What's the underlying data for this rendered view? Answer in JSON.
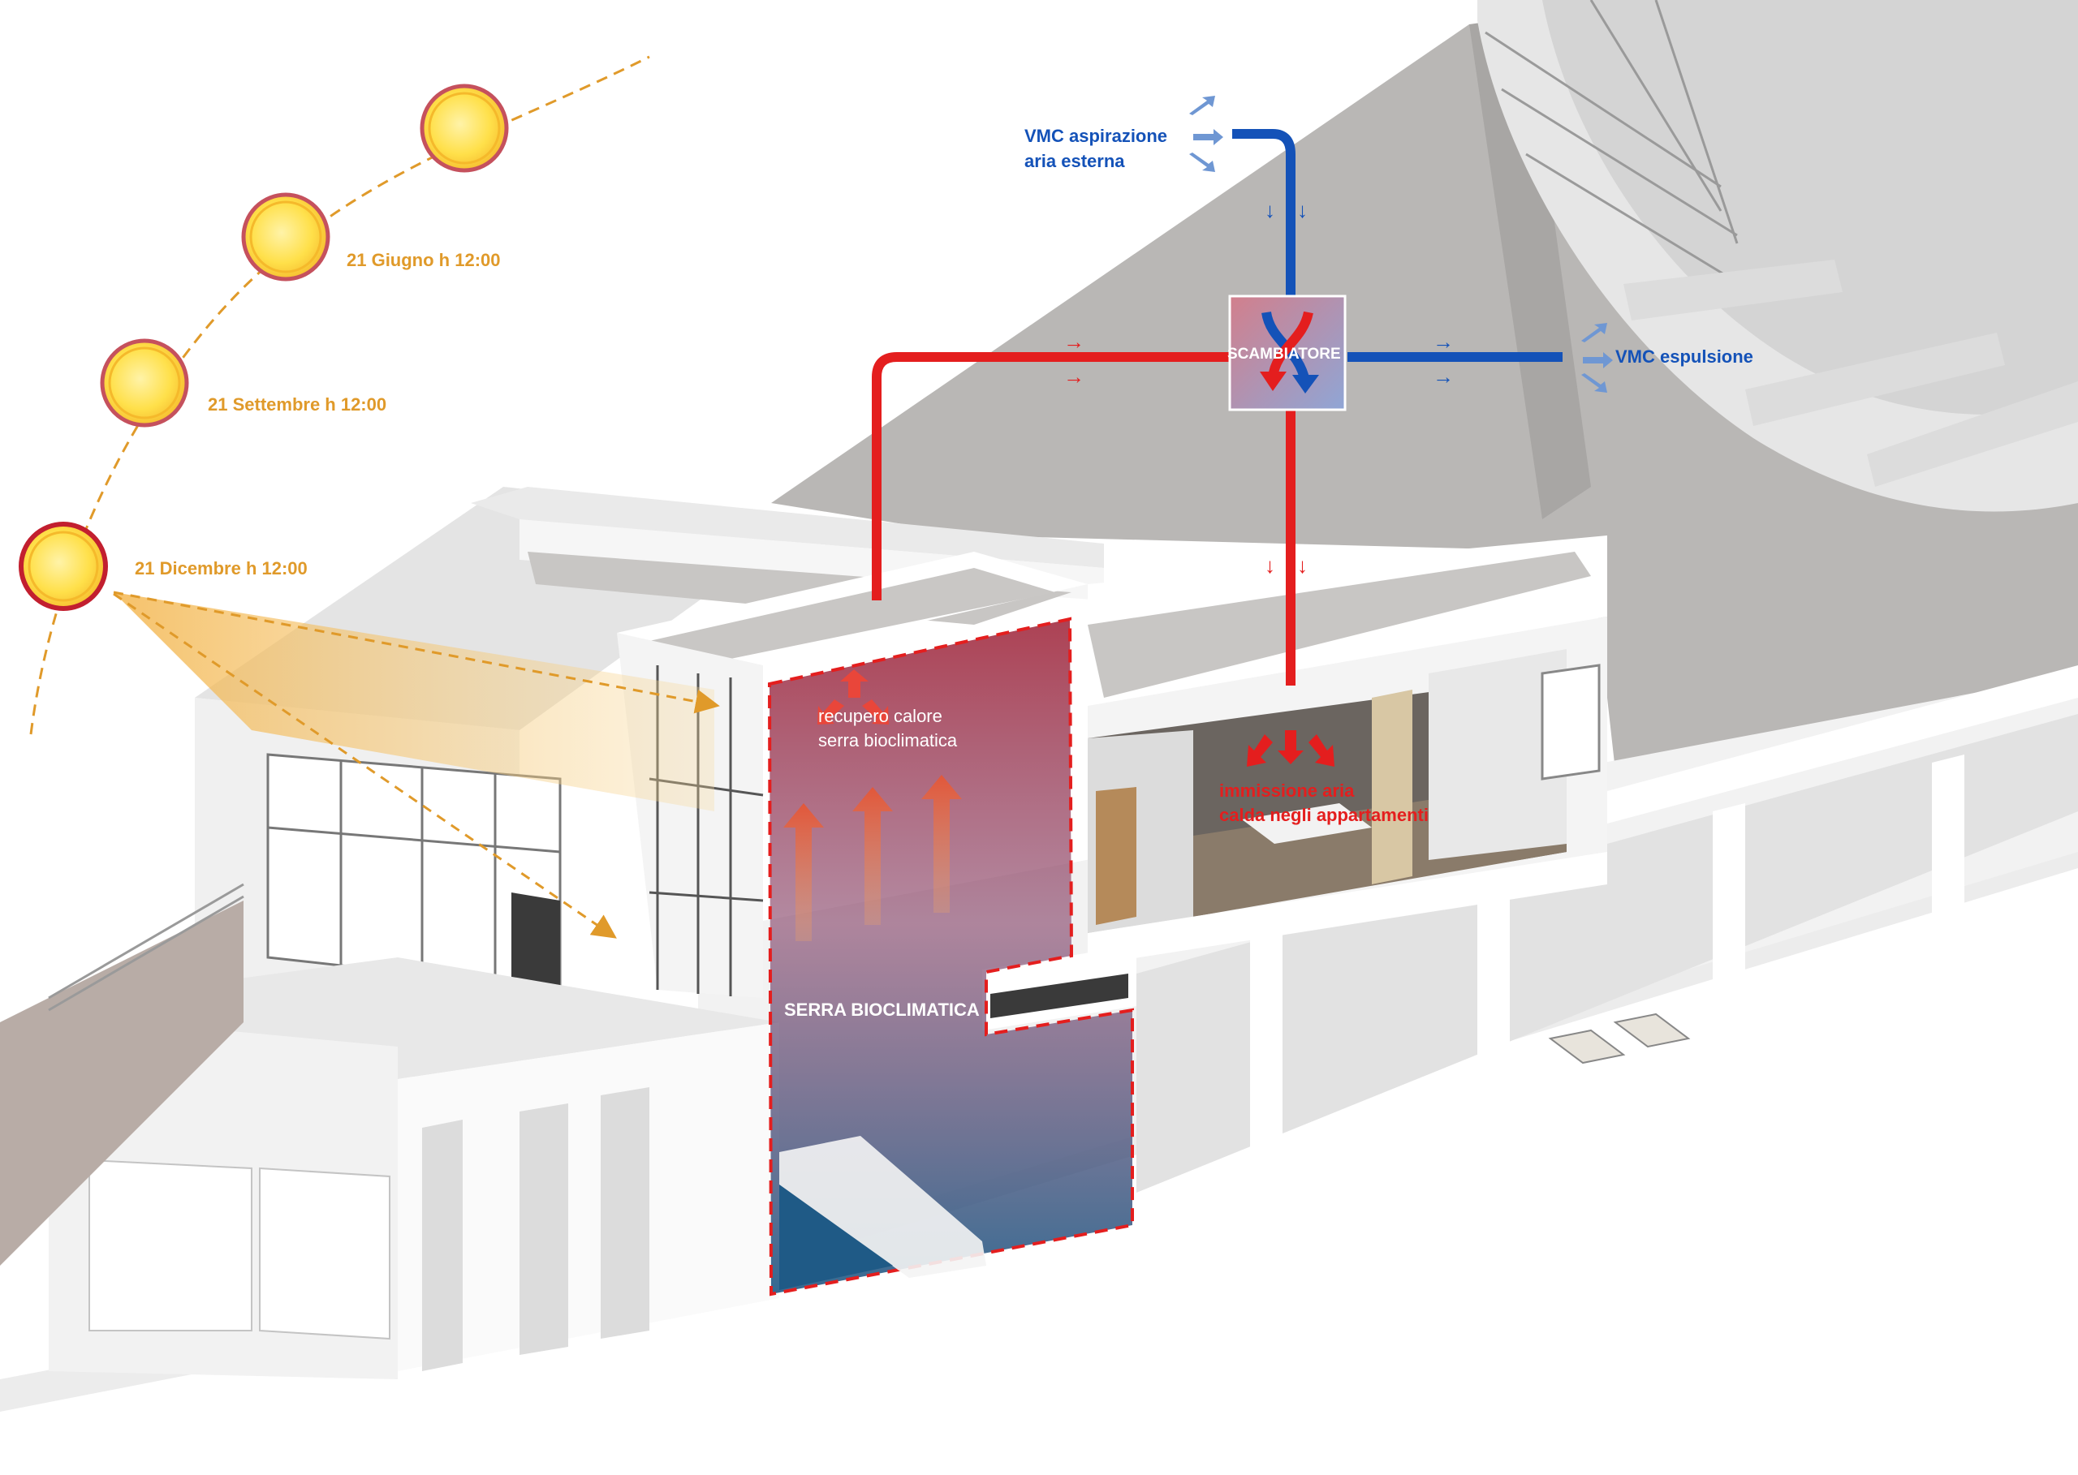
{
  "sun_positions": [
    {
      "label": "21 Giugno h 12:00"
    },
    {
      "label": "21 Settembre h 12:00"
    },
    {
      "label": "21 Dicembre h 12:00"
    }
  ],
  "ventilation": {
    "intake_line1": "VMC aspirazione",
    "intake_line2": "aria esterna",
    "exhaust": "VMC espulsione",
    "exchanger": "SCAMBIATORE",
    "supply_line1": "immissione aria",
    "supply_line2": "calda  negli appartamenti"
  },
  "greenhouse": {
    "recovery_line1": "recupero calore",
    "recovery_line2": "serra bioclimatica",
    "title": "SERRA BIOCLIMATICA"
  },
  "colors": {
    "warm": "#e41e1e",
    "cold": "#1452b8",
    "sun": "#e09a2a",
    "roof": "#b9b7b5"
  }
}
